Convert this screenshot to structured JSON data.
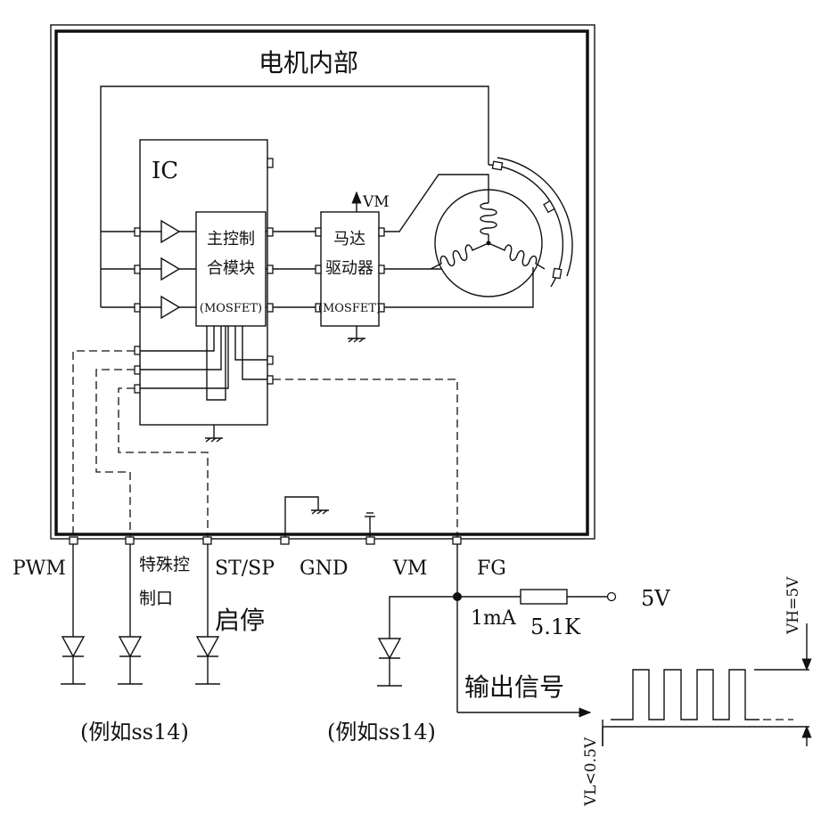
{
  "motor_box": {
    "title": "电机内部"
  },
  "ic": {
    "label": "IC",
    "control_module": [
      "主控制",
      "合模块",
      "(MOSFET)"
    ]
  },
  "driver": {
    "lines": [
      "马达",
      "驱动器",
      "(MOSFET)"
    ],
    "supply": "VM"
  },
  "pins": {
    "pwm": "PWM",
    "special_1": "特殊控",
    "special_2": "制口",
    "stsp": "ST/SP",
    "start_stop": "启停",
    "gnd": "GND",
    "vm": "VM",
    "fg": "FG"
  },
  "fg_circuit": {
    "current": "1mA",
    "resistor": "5.1K",
    "supply": "5V",
    "output": "输出信号",
    "vh": "VH=5V",
    "vl": "VL<0.5V"
  },
  "diode_notes": {
    "left": "(例如ss14)",
    "right": "(例如ss14)"
  }
}
